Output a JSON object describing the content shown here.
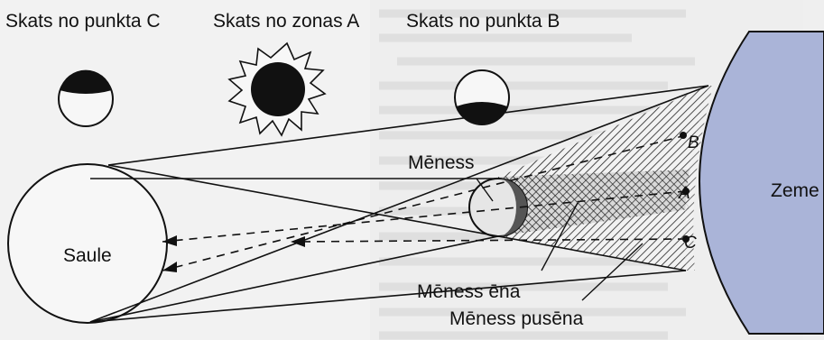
{
  "labels": {
    "view_c": "Skats no punkta C",
    "view_a": "Skats no zonas A",
    "view_b": "Skats no punkta B",
    "moon": "Mēness",
    "earth": "Zeme",
    "sun": "Saule",
    "umbra": "Mēness ēna",
    "penumbra": "Mēness pusēna",
    "point_a": "A",
    "point_b": "B",
    "point_c": "C"
  },
  "colors": {
    "earth_fill": "#aab4d8",
    "ink": "#111111",
    "background": "#f2f2f2"
  }
}
